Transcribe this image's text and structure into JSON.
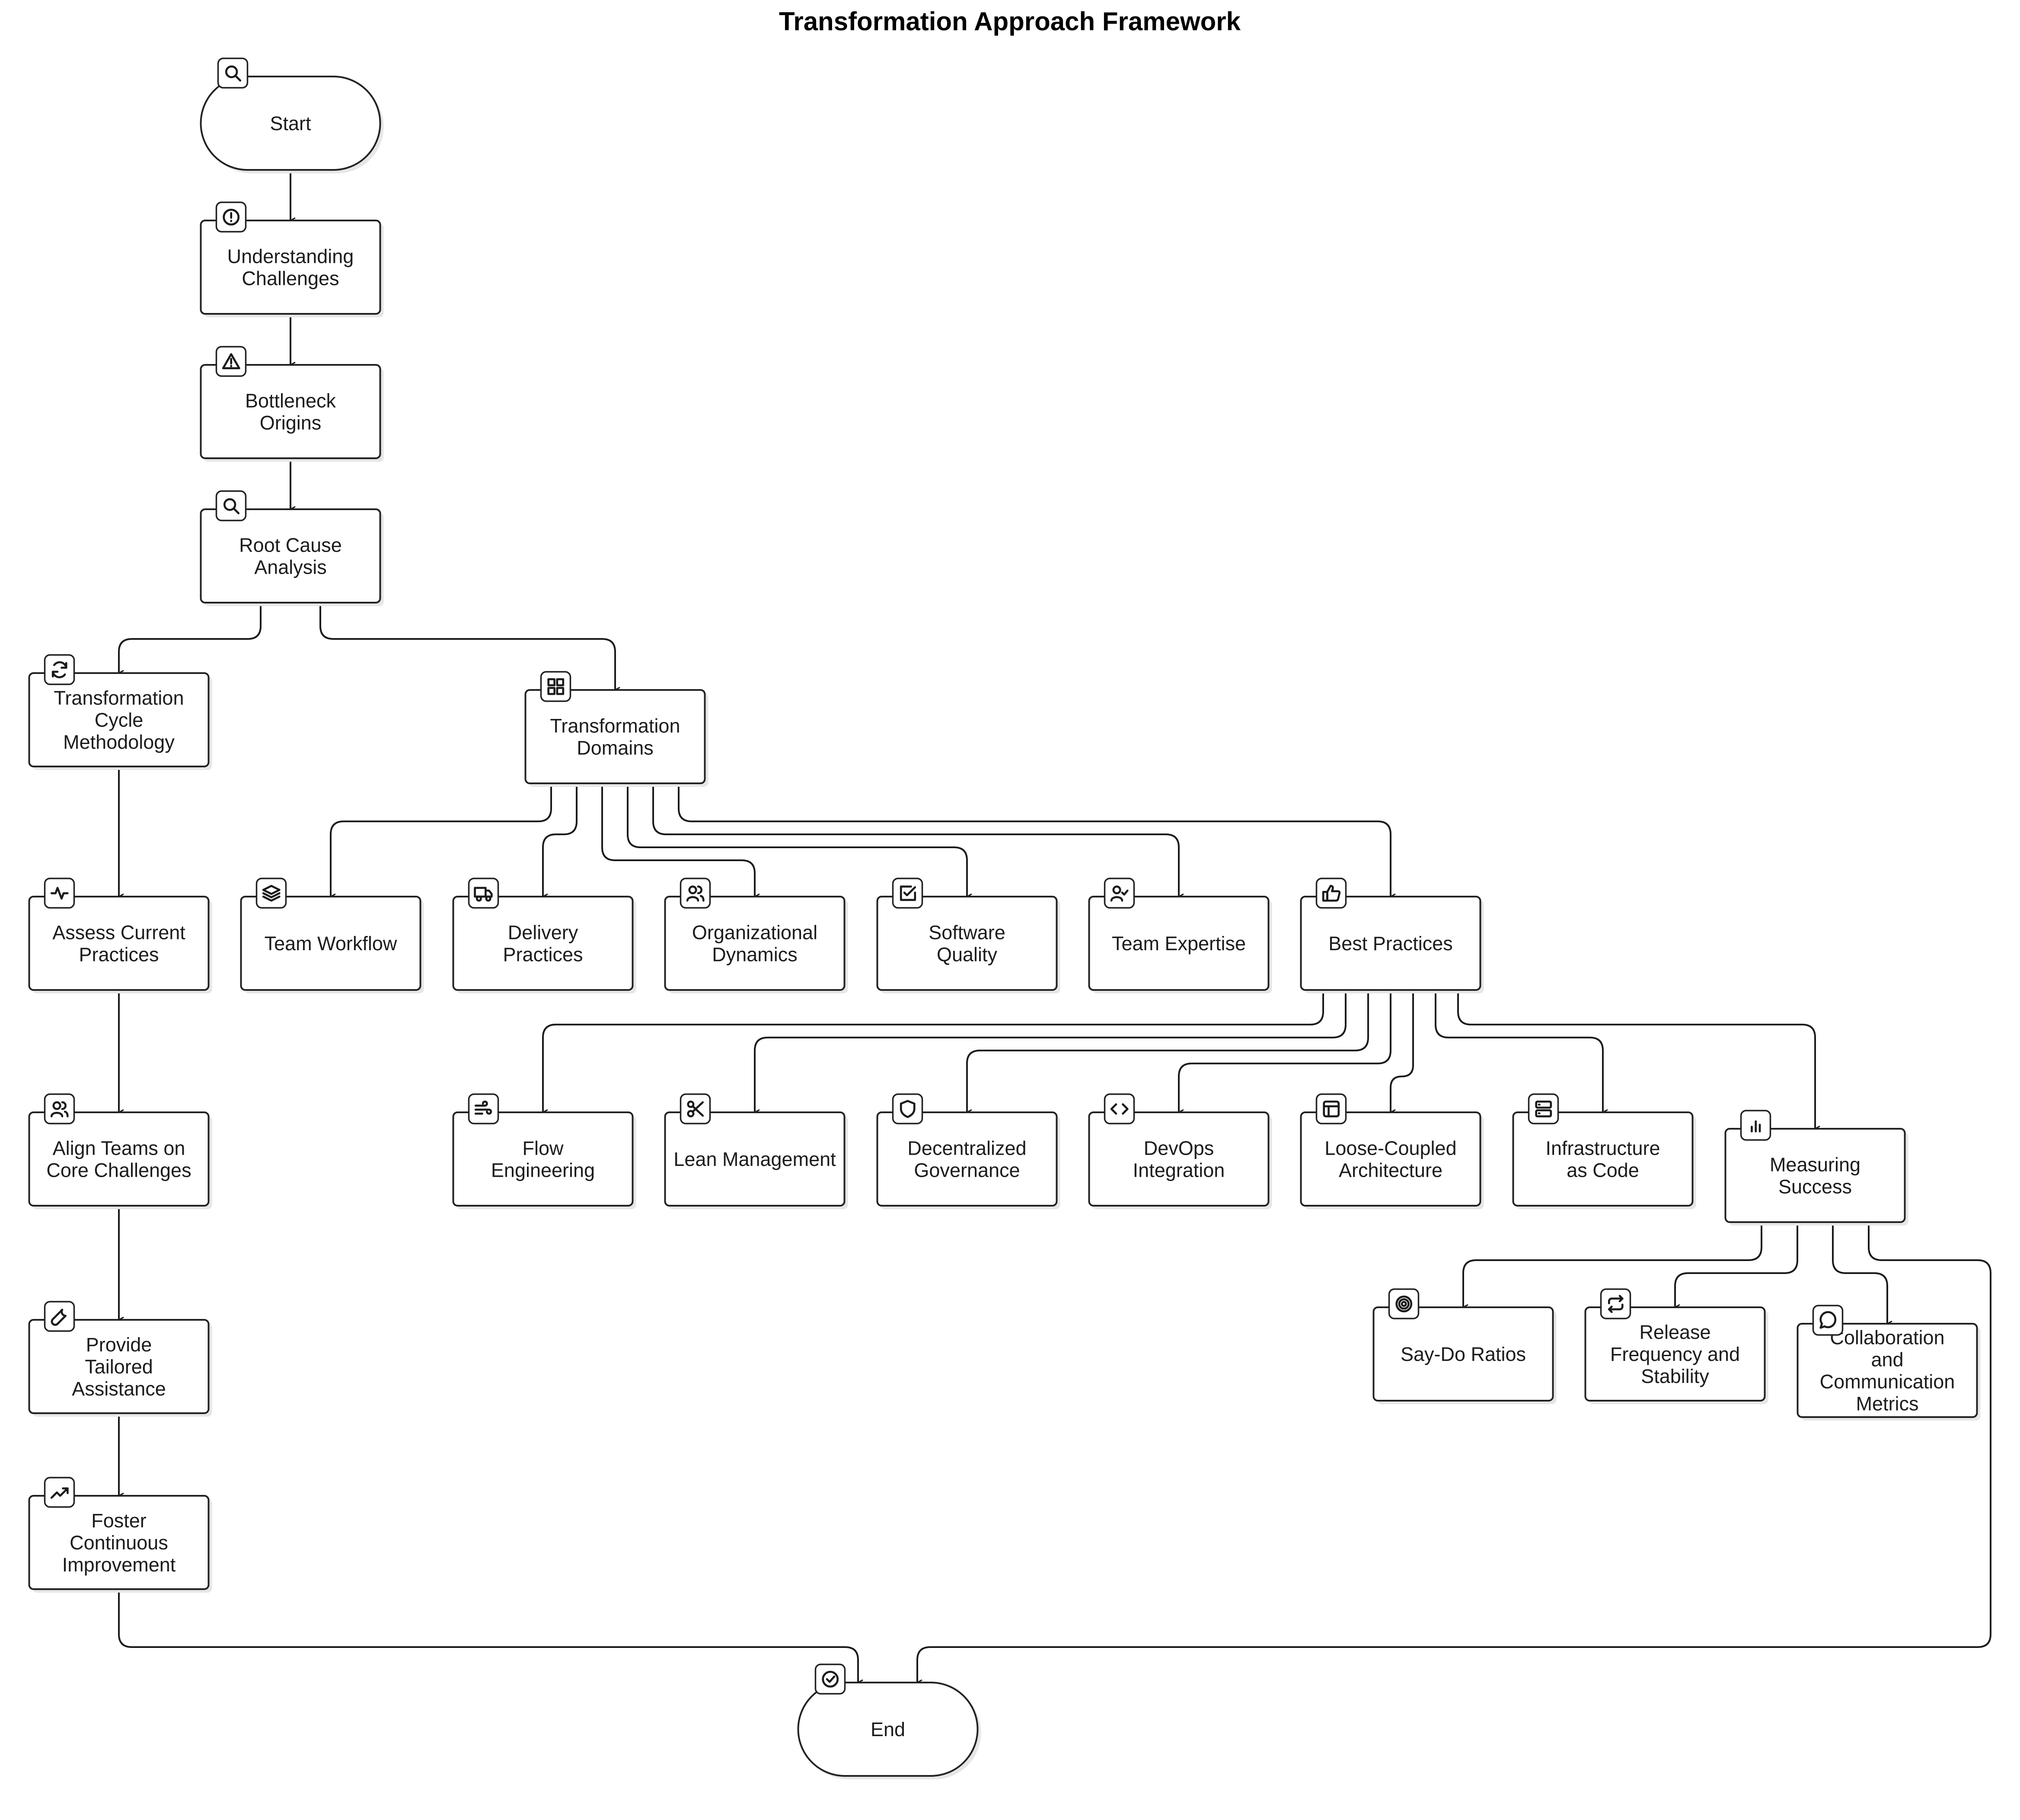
{
  "title": "Transformation Approach Framework",
  "nodes": [
    {
      "id": "start",
      "label": "Start",
      "icon": "search-icon"
    },
    {
      "id": "understanding",
      "label": "Understanding Challenges",
      "icon": "alert-icon"
    },
    {
      "id": "bottleneck",
      "label": "Bottleneck Origins",
      "icon": "warning-icon"
    },
    {
      "id": "rootcause",
      "label": "Root Cause Analysis",
      "icon": "search-icon"
    },
    {
      "id": "cycle",
      "label": "Transformation Cycle Methodology",
      "icon": "refresh-icon"
    },
    {
      "id": "domains",
      "label": "Transformation Domains",
      "icon": "grid-icon"
    },
    {
      "id": "assess",
      "label": "Assess Current Practices",
      "icon": "activity-icon"
    },
    {
      "id": "align",
      "label": "Align Teams on Core Challenges",
      "icon": "users-icon"
    },
    {
      "id": "assist",
      "label": "Provide Tailored Assistance",
      "icon": "wrench-icon"
    },
    {
      "id": "foster",
      "label": "Foster Continuous Improvement",
      "icon": "trending-up-icon"
    },
    {
      "id": "workflow",
      "label": "Team Workflow",
      "icon": "layers-icon"
    },
    {
      "id": "delivery",
      "label": "Delivery Practices",
      "icon": "truck-icon"
    },
    {
      "id": "orgdyn",
      "label": "Organizational Dynamics",
      "icon": "users-icon"
    },
    {
      "id": "quality",
      "label": "Software Quality",
      "icon": "check-square-icon"
    },
    {
      "id": "expertise",
      "label": "Team Expertise",
      "icon": "user-check-icon"
    },
    {
      "id": "bestpractices",
      "label": "Best Practices",
      "icon": "thumbs-up-icon"
    },
    {
      "id": "flow",
      "label": "Flow Engineering",
      "icon": "wind-icon"
    },
    {
      "id": "lean",
      "label": "Lean Management",
      "icon": "scissors-icon"
    },
    {
      "id": "governance",
      "label": "Decentralized Governance",
      "icon": "shield-icon"
    },
    {
      "id": "devops",
      "label": "DevOps Integration",
      "icon": "code-icon"
    },
    {
      "id": "loose",
      "label": "Loose-Coupled Architecture",
      "icon": "layout-icon"
    },
    {
      "id": "iac",
      "label": "Infrastructure as Code",
      "icon": "server-icon"
    },
    {
      "id": "measuring",
      "label": "Measuring Success",
      "icon": "bar-chart-icon"
    },
    {
      "id": "saydo",
      "label": "Say-Do Ratios",
      "icon": "target-icon"
    },
    {
      "id": "release",
      "label": "Release Frequency and Stability",
      "icon": "repeat-icon"
    },
    {
      "id": "collab",
      "label": "Collaboration and Communication Metrics",
      "icon": "message-circle-icon"
    },
    {
      "id": "end",
      "label": "End",
      "icon": "check-circle-icon"
    }
  ],
  "edges": [
    [
      "start",
      "understanding"
    ],
    [
      "understanding",
      "bottleneck"
    ],
    [
      "bottleneck",
      "rootcause"
    ],
    [
      "rootcause",
      "cycle"
    ],
    [
      "rootcause",
      "domains"
    ],
    [
      "cycle",
      "assess"
    ],
    [
      "assess",
      "align"
    ],
    [
      "align",
      "assist"
    ],
    [
      "assist",
      "foster"
    ],
    [
      "foster",
      "end"
    ],
    [
      "domains",
      "workflow"
    ],
    [
      "domains",
      "delivery"
    ],
    [
      "domains",
      "orgdyn"
    ],
    [
      "domains",
      "quality"
    ],
    [
      "domains",
      "expertise"
    ],
    [
      "domains",
      "bestpractices"
    ],
    [
      "bestpractices",
      "flow"
    ],
    [
      "bestpractices",
      "lean"
    ],
    [
      "bestpractices",
      "governance"
    ],
    [
      "bestpractices",
      "devops"
    ],
    [
      "bestpractices",
      "loose"
    ],
    [
      "bestpractices",
      "iac"
    ],
    [
      "bestpractices",
      "measuring"
    ],
    [
      "measuring",
      "saydo"
    ],
    [
      "measuring",
      "release"
    ],
    [
      "measuring",
      "collab"
    ],
    [
      "measuring",
      "end"
    ]
  ]
}
